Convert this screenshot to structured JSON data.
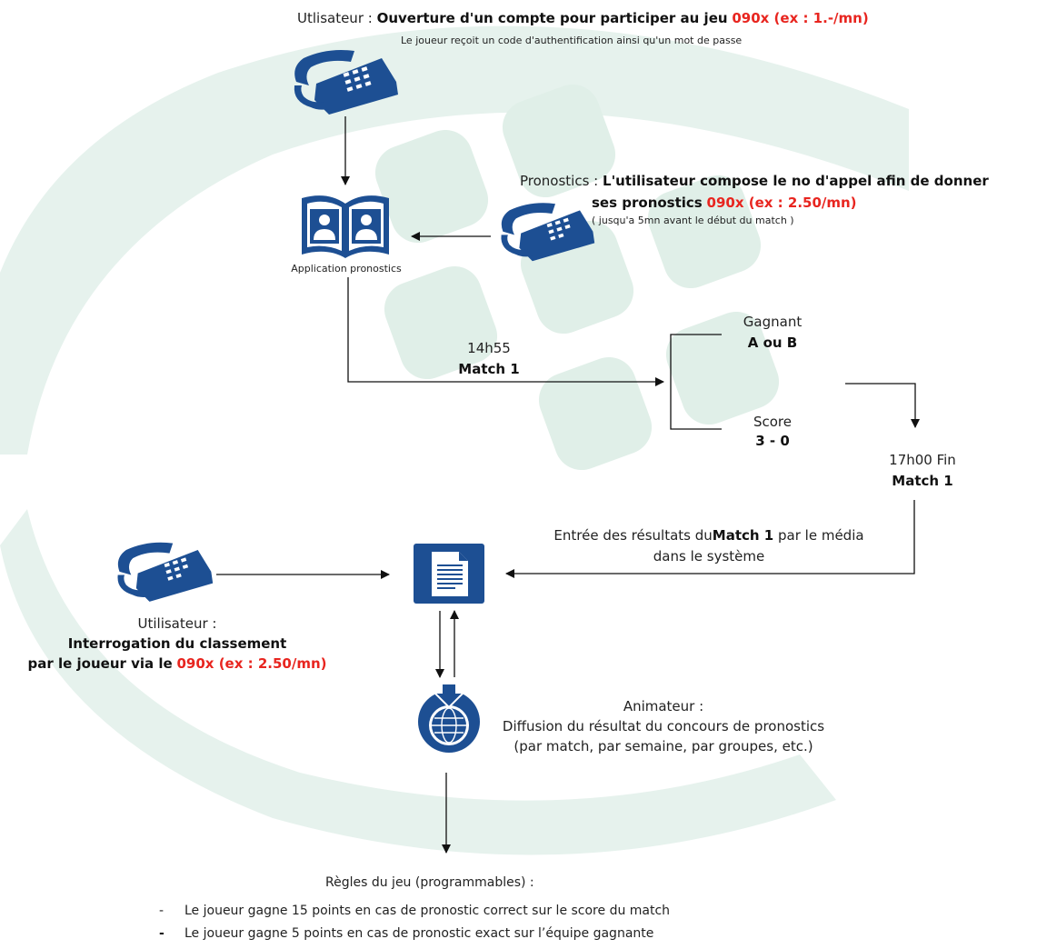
{
  "top": {
    "prefix": "Utlisateur :",
    "bold": "Ouverture d'un compte pour participer au jeu",
    "red": "090x (ex : 1.-/mn)",
    "sub": "Le joueur reçoit un code d'authentification ainsi qu'un mot de passe"
  },
  "pronostics": {
    "prefix": "Pronostics :",
    "bold1": "L'utilisateur compose le no d'appel afin de donner",
    "bold2": "ses pronostics",
    "red": "090x (ex : 2.50/mn)",
    "sub": "( jusqu'a 5mn avant le début du match )"
  },
  "app_label": "Application pronostics",
  "match": {
    "time": "14h55",
    "name": "Match 1"
  },
  "gagnant": {
    "label": "Gagnant",
    "value": "A ou B"
  },
  "score": {
    "label": "Score",
    "value": "3 - 0"
  },
  "fin": {
    "time": "17h00 Fin",
    "name": "Match 1"
  },
  "entree": {
    "prefix": "Entrée des résultats du",
    "bold": "Match 1",
    "suffix": "par le média",
    "line2": "dans le système"
  },
  "utilisateur2": {
    "prefix": "Utilisateur :",
    "bold1": "Interrogation du classement",
    "bold2": "par le joueur via le",
    "red": "090x (ex : 2.50/mn)"
  },
  "animateur": {
    "l1": "Animateur :",
    "l2": "Diffusion du résultat du concours de pronostics",
    "l3": "(par match, par semaine, par groupes, etc.)"
  },
  "rules": {
    "title": "Règles du jeu (programmables) :",
    "items": [
      "Le joueur gagne 15 points en cas de pronostic correct sur le score du match",
      "Le joueur gagne 5 points en cas de pronostic exact sur l’équipe gagnante"
    ]
  },
  "colors": {
    "icon": "#1d4f93",
    "red": "#e8251f",
    "watermark": "#e2f0ea"
  }
}
